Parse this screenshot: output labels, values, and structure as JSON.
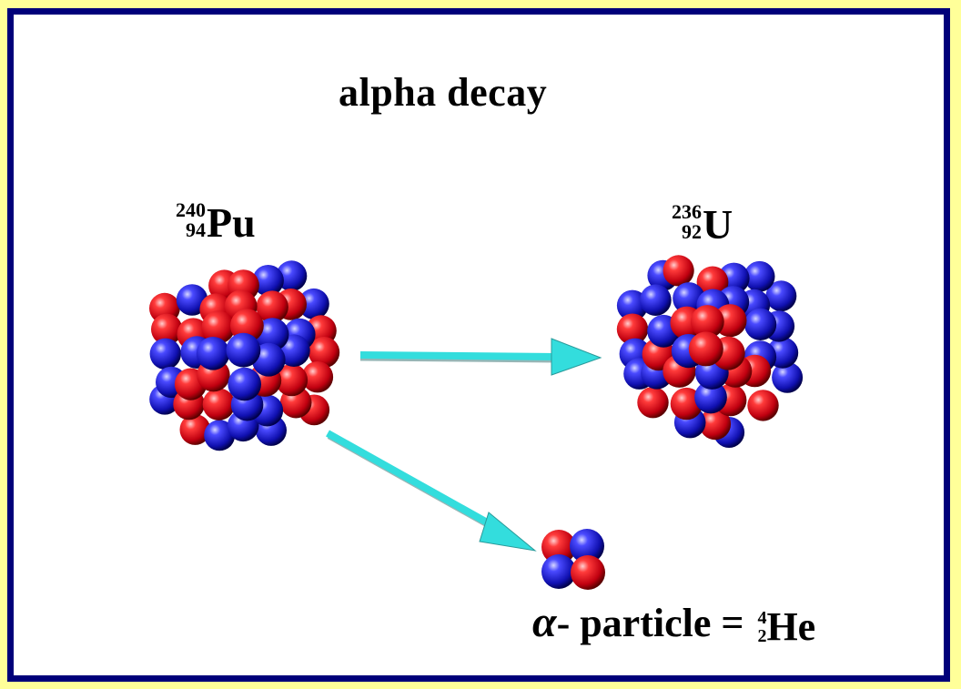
{
  "title": "alpha decay",
  "parent": {
    "mass": "240",
    "atomic": "94",
    "symbol": "Pu"
  },
  "daughter": {
    "mass": "236",
    "atomic": "92",
    "symbol": "U"
  },
  "alpha": {
    "greek": "α",
    "text": "- particle = ",
    "mass": "4",
    "atomic": "2",
    "symbol": "He"
  },
  "colors": {
    "proton": "#e0001a",
    "neutron": "#2020d0",
    "arrow": "#33dddd",
    "border": "#00007a",
    "background": "#ffff99"
  }
}
